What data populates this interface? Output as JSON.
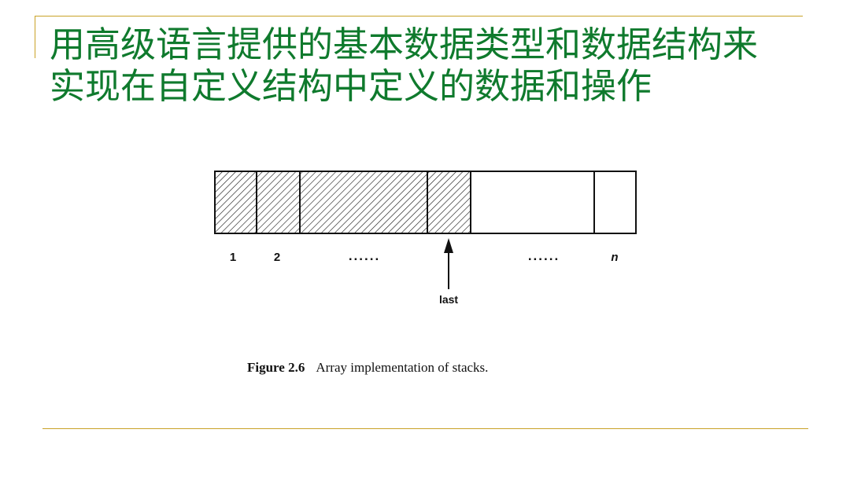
{
  "slide": {
    "title_lines": [
      "用高级语言提供的基本数据类型和数据结构来",
      "实现在自定义结构中定义的数据和操作"
    ]
  },
  "figure": {
    "index_labels": [
      "1",
      "2",
      "......",
      "......",
      "n"
    ],
    "pointer_label": "last",
    "caption_number": "Figure 2.6",
    "caption_text": "Array implementation of stacks."
  },
  "colors": {
    "title": "#0f7a2d",
    "rule": "#c9a227",
    "line": "#111111"
  }
}
